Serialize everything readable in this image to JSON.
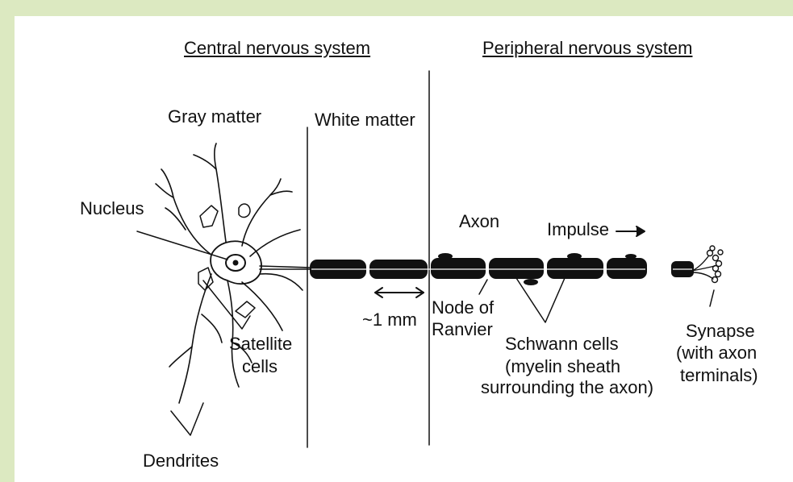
{
  "colors": {
    "frame": "#dce9c1",
    "ink": "#111111",
    "background": "#ffffff"
  },
  "headings": {
    "cns": "Central nervous system",
    "pns": "Peripheral nervous system"
  },
  "regions": {
    "gray_matter": "Gray matter",
    "white_matter": "White matter"
  },
  "labels": {
    "nucleus": "Nucleus",
    "axon": "Axon",
    "impulse": "Impulse",
    "distance": "~1 mm",
    "node_of_ranvier": [
      "Node of",
      "Ranvier"
    ],
    "satellite_cells": [
      "Satellite",
      "cells"
    ],
    "dendrites": "Dendrites",
    "schwann_cells": [
      "Schwann cells",
      "(myelin sheath",
      "surrounding the axon)"
    ],
    "synapse": [
      "Synapse",
      "(with axon",
      "terminals)"
    ]
  }
}
